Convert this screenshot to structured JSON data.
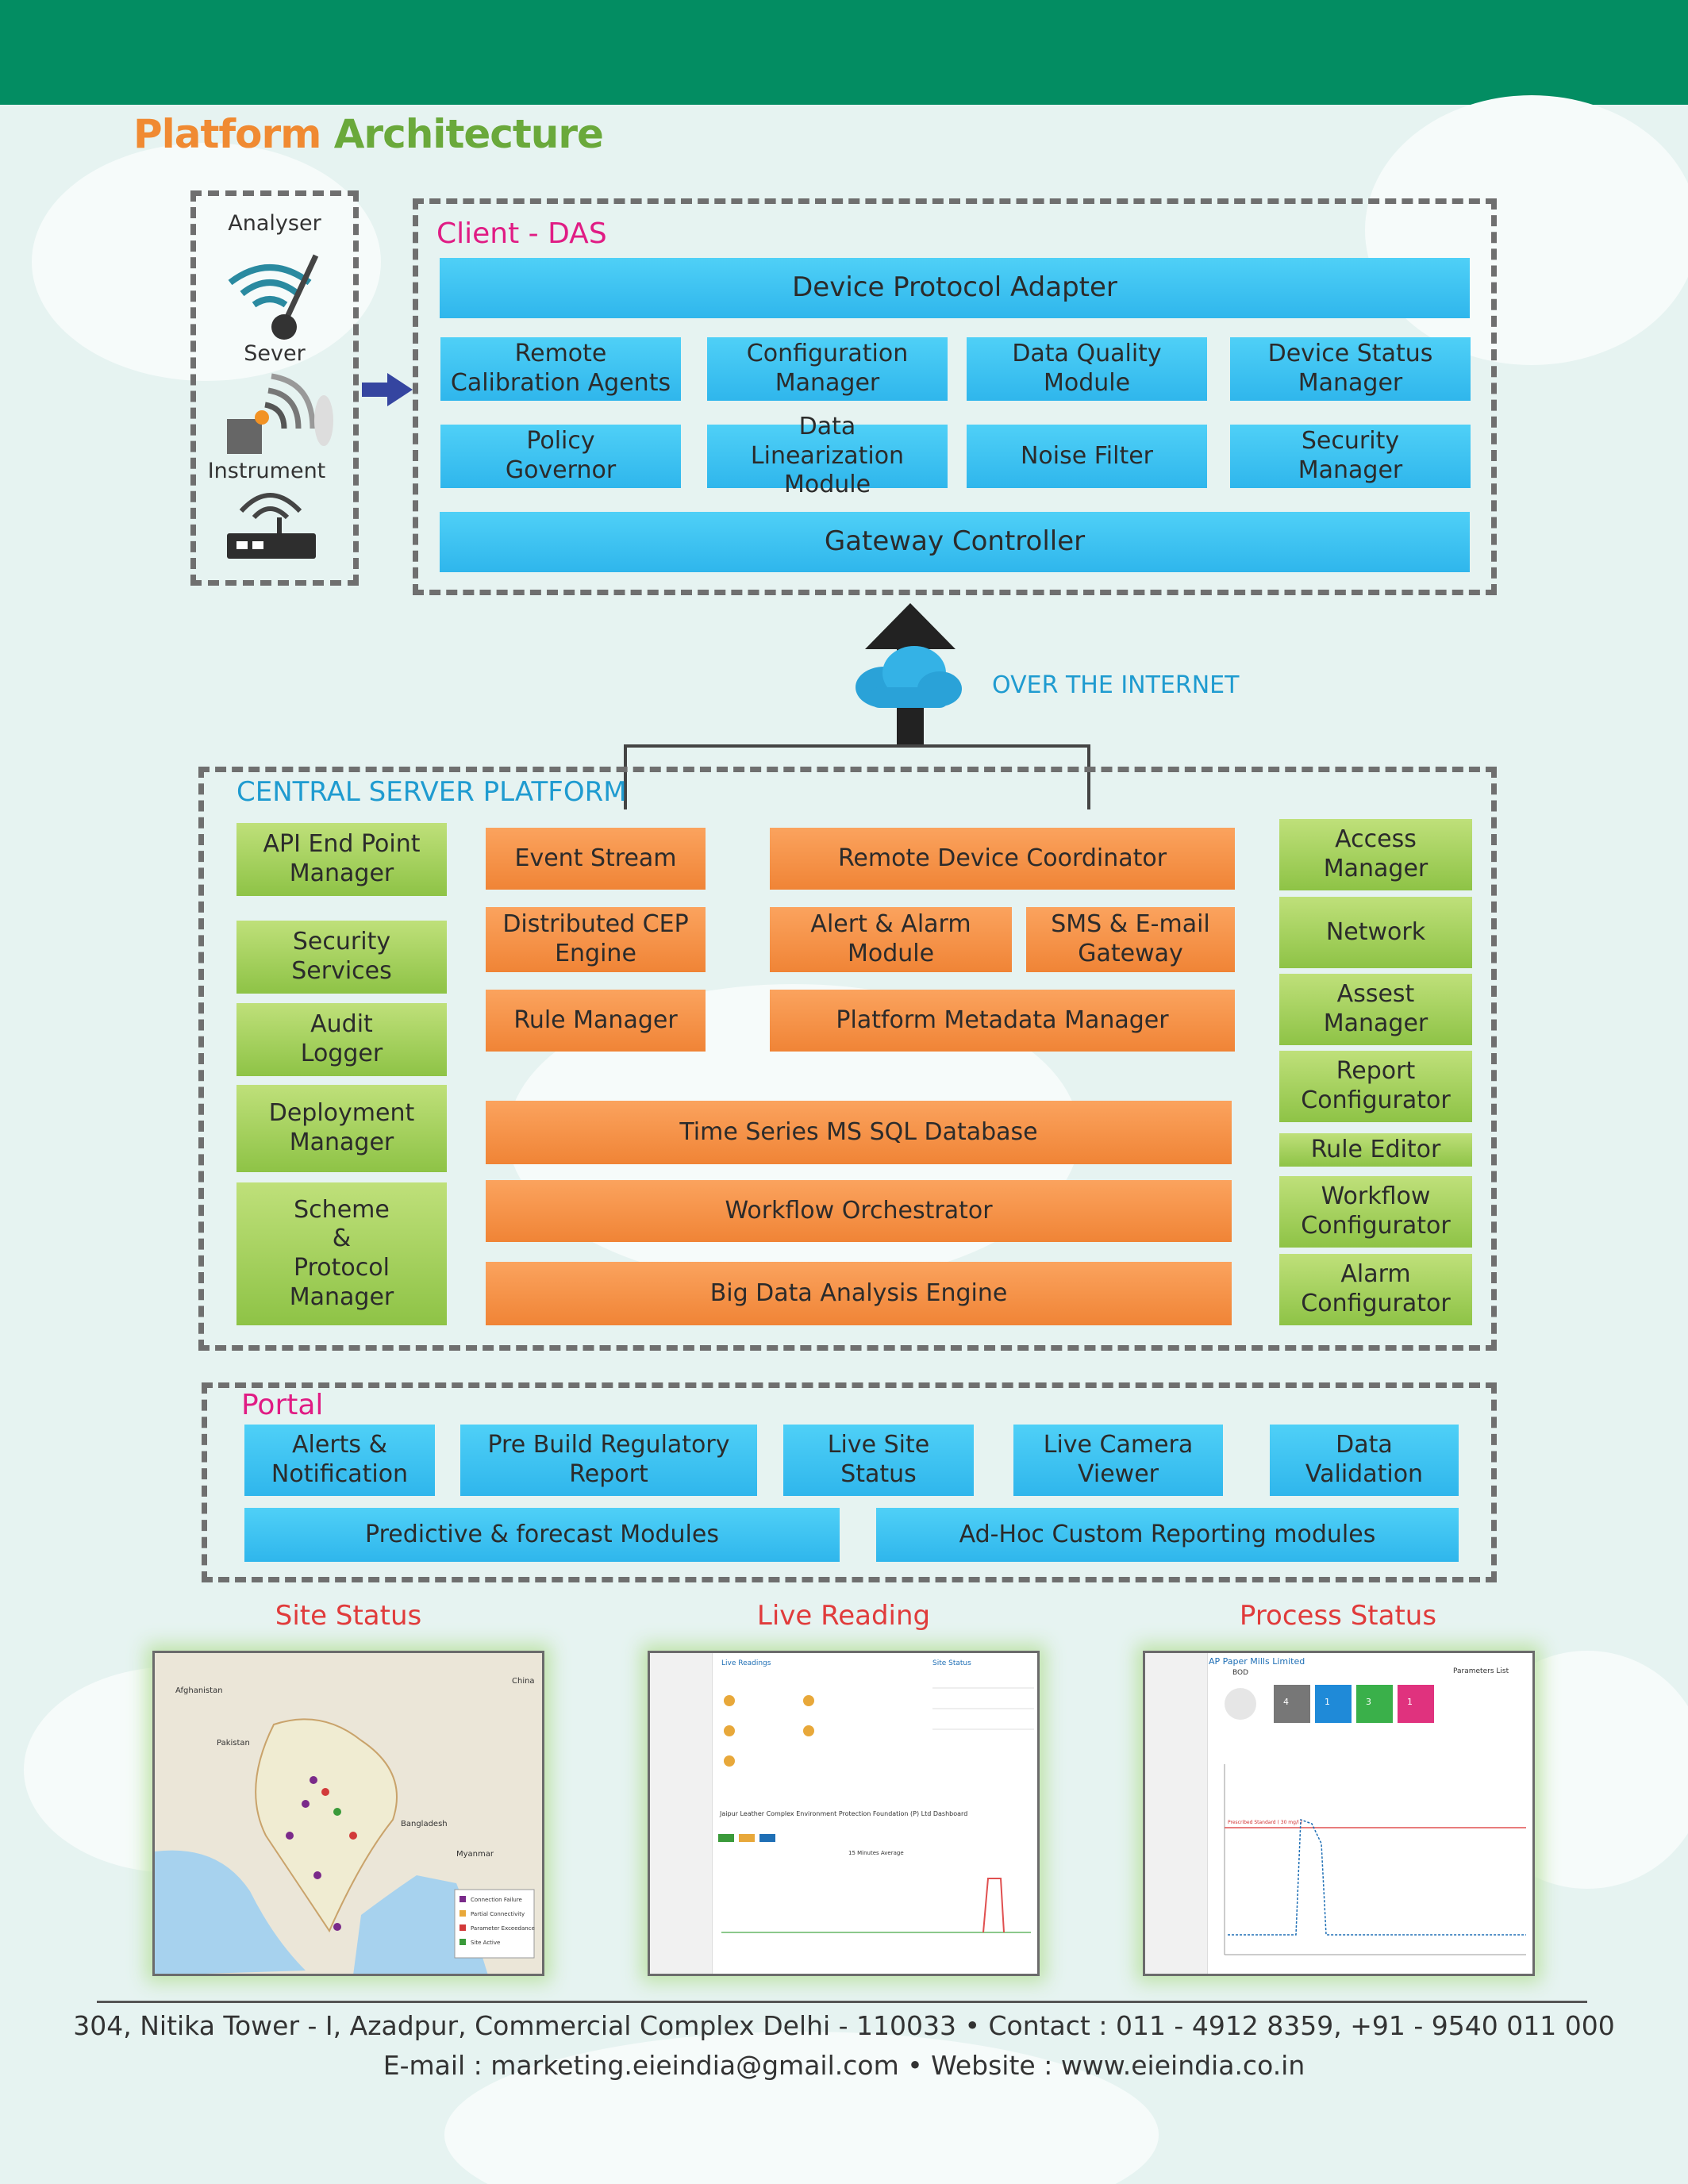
{
  "title": {
    "part1": "Platform",
    "part2": "Architecture"
  },
  "devices": {
    "analyser": "Analyser",
    "sever": "Sever",
    "instrument": "Instrument"
  },
  "client_das": {
    "label": "Client - DAS",
    "top": "Device Protocol Adapter",
    "row1": [
      "Remote\nCalibration Agents",
      "Configuration\nManager",
      "Data Quality\nModule",
      "Device Status\nManager"
    ],
    "row2": [
      "Policy\nGovernor",
      "Data\nLinearization Module",
      "Noise Filter",
      "Security\nManager"
    ],
    "bottom": "Gateway Controller"
  },
  "internet": {
    "label": "OVER THE INTERNET"
  },
  "central": {
    "label": "CENTRAL SERVER PLATFORM",
    "left": [
      "API End Point\nManager",
      "Security\nServices",
      "Audit\nLogger",
      "Deployment\nManager",
      "Scheme\n&\nProtocol\nManager"
    ],
    "middle": {
      "event_stream": "Event Stream",
      "cep": "Distributed CEP\nEngine",
      "rule_manager": "Rule Manager",
      "remote_device": "Remote Device Coordinator",
      "alert_alarm": "Alert & Alarm\nModule",
      "sms_email": "SMS & E-mail\nGateway",
      "metadata": "Platform Metadata Manager",
      "time_series": "Time Series MS SQL Database",
      "workflow": "Workflow Orchestrator",
      "big_data": "Big Data Analysis Engine"
    },
    "right": [
      "Access\nManager",
      "Network",
      "Assest\nManager",
      "Report\nConfigurator",
      "Rule Editor",
      "Workflow\nConfigurator",
      "Alarm\nConfigurator"
    ]
  },
  "portal": {
    "label": "Portal",
    "row1": [
      "Alerts &\nNotification",
      "Pre Build Regulatory\nReport",
      "Live Site\nStatus",
      "Live Camera\nViewer",
      "Data\nValidation"
    ],
    "row2": [
      "Predictive & forecast Modules",
      "Ad-Hoc Custom Reporting modules"
    ]
  },
  "screens": {
    "site": "Site Status",
    "live": "Live Reading",
    "process": "Process Status",
    "map_labels": {
      "afghanistan": "Afghanistan",
      "pakistan": "Pakistan",
      "china": "China",
      "bangladesh": "Bangladesh",
      "myanmar": "Myanmar"
    },
    "map_legend": [
      "Connection Failure",
      "Partial Connectivity",
      "Parameter Exceedance",
      "Site Active"
    ],
    "live_title": "Live Readings",
    "live_status": "Site Status",
    "live_dashboard": "Jaipur Leather Complex Environment Protection Foundation (P) Ltd Dashboard",
    "live_chart": "15 Minutes Average",
    "process_title": "AP Paper Mills Limited",
    "process_param": "BOD",
    "process_list": "Parameters List",
    "process_counts": [
      "4",
      "1",
      "3",
      "1"
    ],
    "process_standard": "Prescribed Standard ( 30 mg/l )"
  },
  "colors": {
    "header": "#038d62",
    "blue": "#2fb6ec",
    "orange": "#f08436",
    "green": "#8ec346",
    "title_orange": "#f08a32",
    "title_green": "#6aa93b"
  },
  "footer": {
    "line1": "304, Nitika Tower - I, Azadpur, Commercial Complex Delhi - 110033  •  Contact : 011 - 4912 8359, +91 - 9540 011 000",
    "line2": "E-mail : marketing.eieindia@gmail.com  •  Website : www.eieindia.co.in"
  }
}
